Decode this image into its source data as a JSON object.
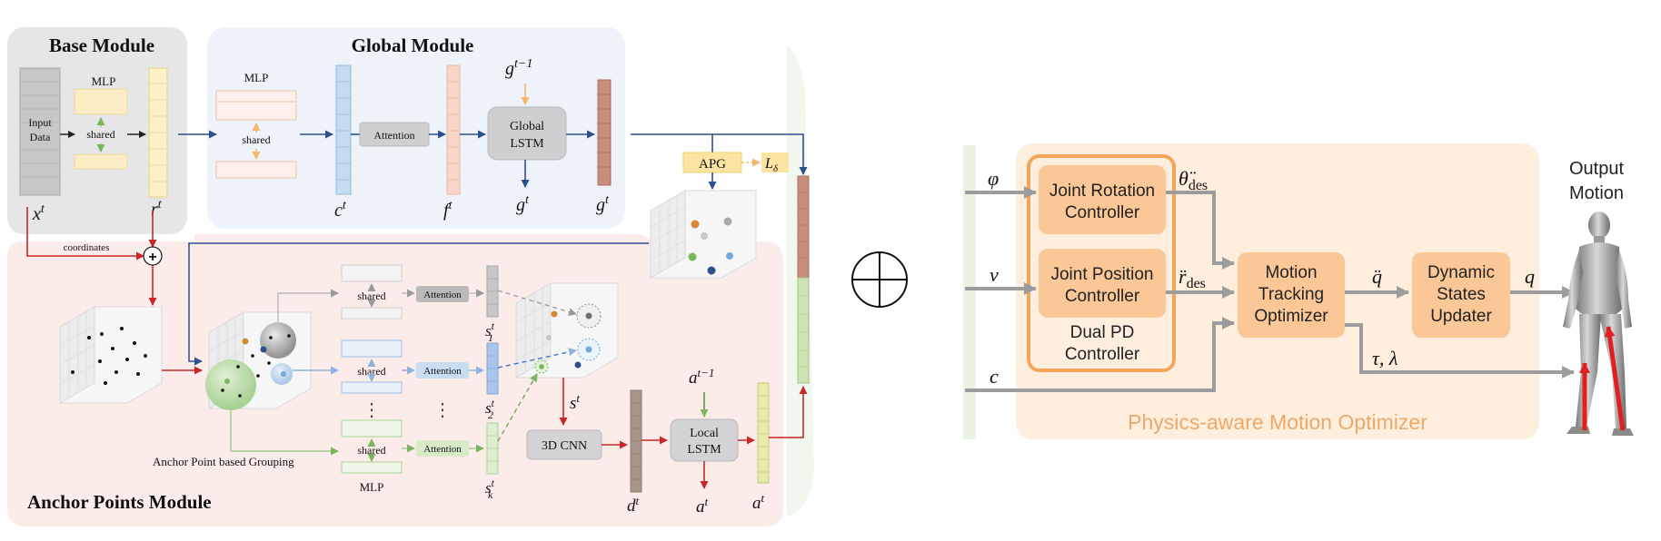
{
  "left": {
    "base_module": {
      "title": "Base Module",
      "mlp_label": "MLP",
      "input_line1": "Input",
      "input_line2": "Data",
      "shared": "shared",
      "x_label": "x",
      "x_sup": "t",
      "r_label": "r",
      "r_sup": "t"
    },
    "global_module": {
      "title": "Global Module",
      "mlp_label": "MLP",
      "shared": "shared",
      "attention": "Attention",
      "lstm_line1": "Global",
      "lstm_line2": "LSTM",
      "c_label": "c",
      "c_sup": "t",
      "f_label": "f",
      "f_sup": "t",
      "g_in_label": "g",
      "g_in_sup": "t−1",
      "g_out_label": "g",
      "g_out_sup": "t",
      "g_vec_label": "g",
      "g_vec_sup": "t"
    },
    "apg": {
      "label": "APG",
      "loss_label": "L",
      "loss_sub": "δ"
    },
    "anchor_module": {
      "title": "Anchor Points Module",
      "coordinates": "coordinates",
      "plus": "+",
      "grouping_label": "Anchor Point based Grouping",
      "mlp_label": "MLP",
      "shared": "shared",
      "attention": "Attention",
      "vdots": "⋮",
      "s1": "s",
      "s1_sup": "t",
      "s1_sub": "1",
      "s2": "s",
      "s2_sup": "t",
      "s2_sub": "2",
      "sk": "s",
      "sk_sup": "t",
      "sk_sub": "k",
      "s_label": "s",
      "s_sup": "t",
      "cnn": "3D CNN",
      "d_label": "d",
      "d_sup": "t",
      "lstm_line1": "Local",
      "lstm_line2": "LSTM",
      "a_in_label": "a",
      "a_in_sup": "t−1",
      "a_out_label": "a",
      "a_out_sup": "t",
      "a_vec_label": "a",
      "a_vec_sup": "t"
    }
  },
  "combine_symbol": "⊕",
  "right": {
    "inputs": {
      "phi": "φ",
      "v": "v",
      "c": "c"
    },
    "joint_rotation": {
      "line1": "Joint Rotation",
      "line2": "Controller"
    },
    "joint_position": {
      "line1": "Joint Position",
      "line2": "Controller"
    },
    "dual_pd": {
      "line1": "Dual PD",
      "line2": "Controller"
    },
    "theta_des": {
      "sym": "θ̈",
      "sub": "des"
    },
    "r_des": {
      "sym": "r̈",
      "sub": "des"
    },
    "motion_tracking": {
      "line1": "Motion",
      "line2": "Tracking",
      "line3": "Optimizer"
    },
    "q_ddot": "q̈",
    "dynamic_states": {
      "line1": "Dynamic",
      "line2": "States",
      "line3": "Updater"
    },
    "q": "q",
    "tau_lambda": "τ, λ",
    "output_motion": {
      "line1": "Output",
      "line2": "Motion"
    },
    "optimizer_title": "Physics-aware Motion Optimizer"
  },
  "colors": {
    "base_bg": "#e6e6e8",
    "global_bg": "#eef3fa",
    "anchor_bg": "#fbecea",
    "right_bg": "#fdeedd",
    "orange_box": "#fbc797",
    "orange_border": "#f5a55a",
    "orange_text": "#f0a86a",
    "gray_arrow": "#9c9c9c",
    "navy_arrow": "#2d4f8c",
    "red_arrow": "#c62828",
    "green_arrow": "#7cb45f"
  }
}
